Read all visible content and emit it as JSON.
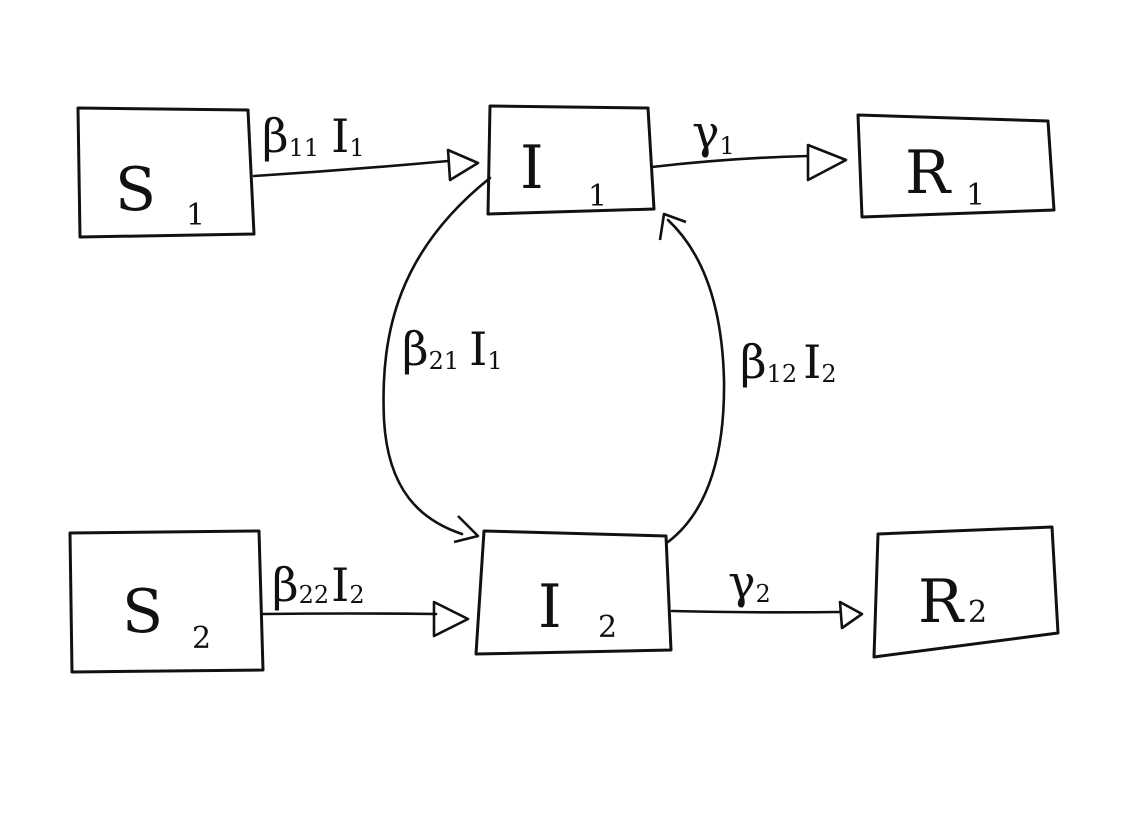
{
  "nodes": {
    "s1": {
      "symbol": "S",
      "index": "1"
    },
    "i1": {
      "symbol": "I",
      "index": "1"
    },
    "r1": {
      "symbol": "R",
      "index": "1"
    },
    "s2": {
      "symbol": "S",
      "index": "2"
    },
    "i2": {
      "symbol": "I",
      "index": "2"
    },
    "r2": {
      "symbol": "R",
      "index": "2"
    }
  },
  "edges": {
    "s1_i1": {
      "greek": "β",
      "sub": "11",
      "var": "I",
      "var_sub": "1"
    },
    "i1_r1": {
      "greek": "γ",
      "sub": "1"
    },
    "s2_i2": {
      "greek": "β",
      "sub": "22",
      "var": "I",
      "var_sub": "2"
    },
    "i2_r2": {
      "greek": "γ",
      "sub": "2"
    },
    "i1_i2": {
      "greek": "β",
      "sub": "21",
      "var": "I",
      "var_sub": "1"
    },
    "i2_i1": {
      "greek": "β",
      "sub": "12",
      "var": "I",
      "var_sub": "2"
    }
  },
  "style": {
    "ink": "#111111",
    "background": "#ffffff"
  }
}
